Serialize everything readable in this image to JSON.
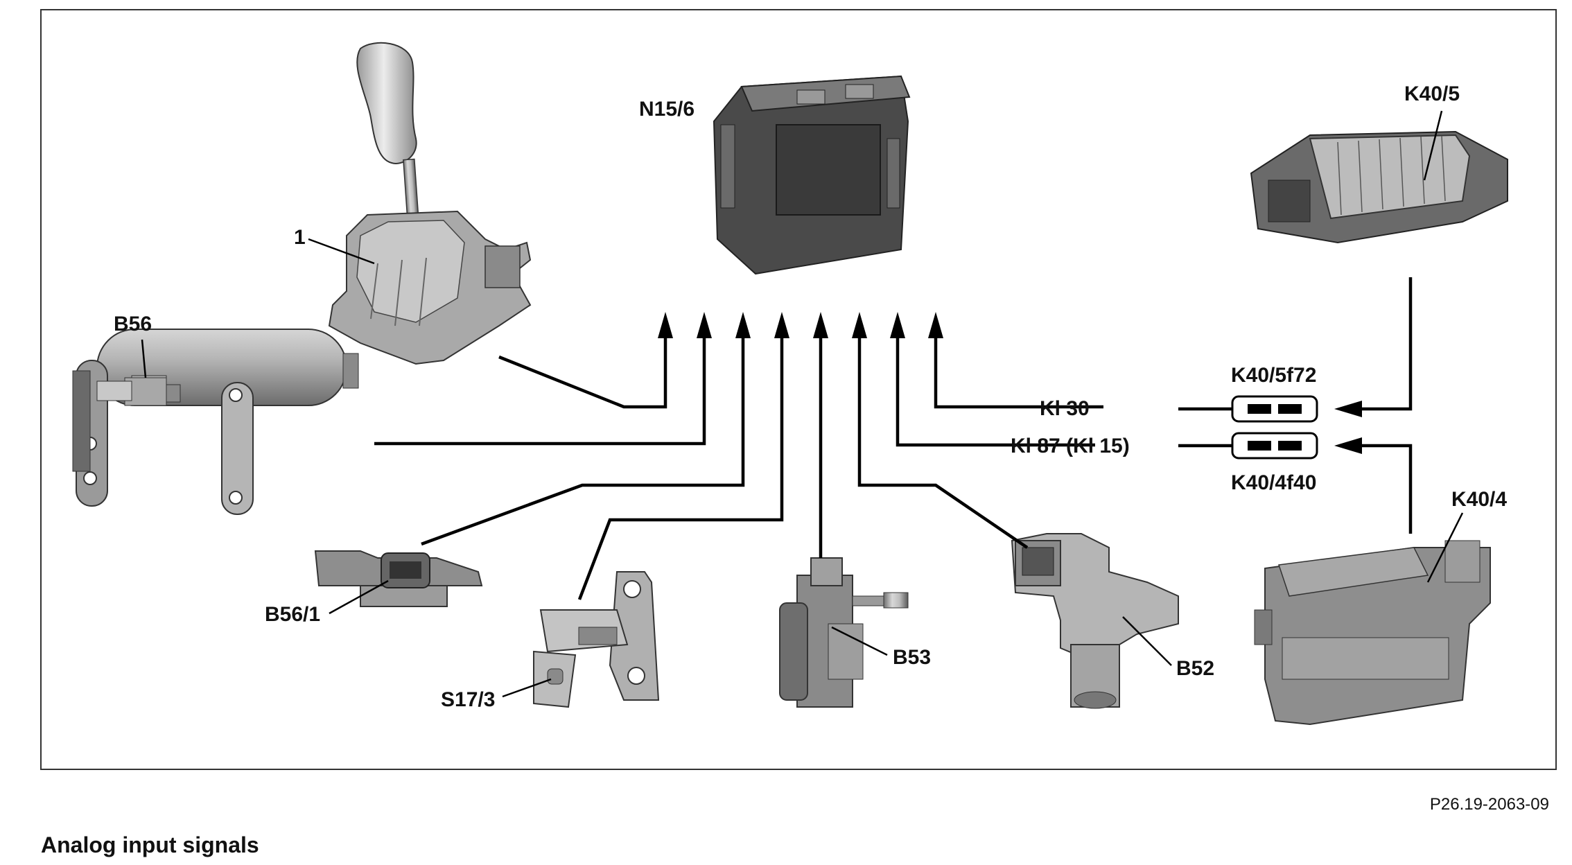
{
  "labels": {
    "control_unit": "N15/6",
    "selector_lever": "1",
    "b56": "B56",
    "b56_1": "B56/1",
    "s17_3": "S17/3",
    "b53": "B53",
    "b52": "B52",
    "k40_5": "K40/5",
    "k40_5f72": "K40/5f72",
    "kl30": "Kl 30",
    "kl87": "Kl 87 (Kl 15)",
    "k40_4f40": "K40/4f40",
    "k40_4": "K40/4"
  },
  "reference_code": "P26.19-2063-09",
  "caption": "Analog input signals"
}
